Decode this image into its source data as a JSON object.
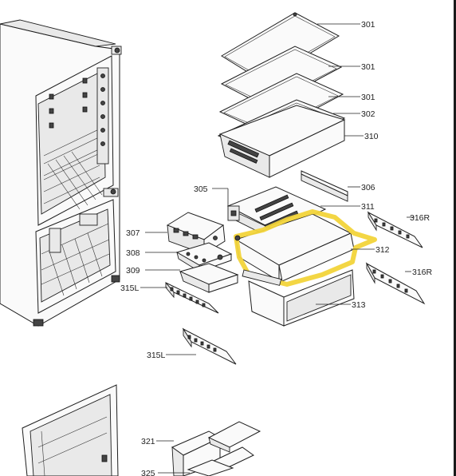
{
  "diagram": {
    "labels": {
      "l301a": "301",
      "l301b": "301",
      "l301c": "301",
      "l302": "302",
      "l310": "310",
      "l305": "305",
      "l306": "306",
      "l311": "311",
      "l316r_a": "316R",
      "l307": "307",
      "l312": "312",
      "l308": "308",
      "l316r_b": "316R",
      "l309": "309",
      "l315l_a": "315L",
      "l313": "313",
      "l315l_b": "315L",
      "l321": "321",
      "l325": "325"
    },
    "highlight_color": "#F2D43A",
    "line_color": "#222222"
  }
}
